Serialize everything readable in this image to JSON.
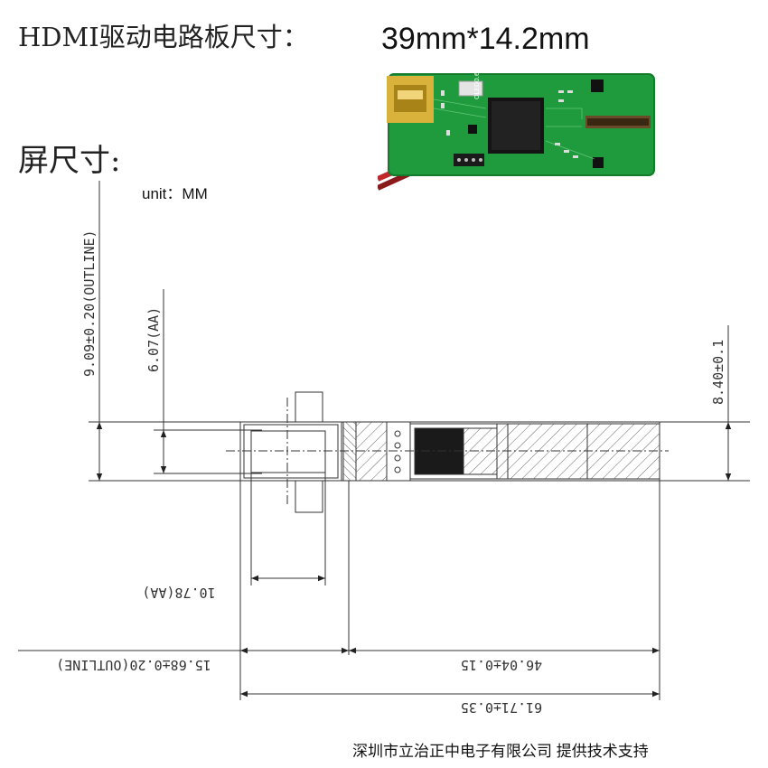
{
  "header": {
    "board_title": "HDMI驱动电路板尺寸：",
    "board_size": "39mm*14.2mm",
    "screen_title": "屏尺寸:",
    "unit": "unit：MM"
  },
  "photo": {
    "board_silkscreen": "OLED0.6-HDMI"
  },
  "dimensions": {
    "outline_height": "9.09±0.20(OUTLINE)",
    "aa_height": "6.07(AA)",
    "fpc_height": "8.40±0.1",
    "aa_width": "10.78(AA)",
    "outline_width": "15.68±0.20(OUTLINE)",
    "fpc_length": "46.04±0.15",
    "total_length": "61.71±0.35"
  },
  "footer": {
    "company": "深圳市立治正中电子有限公司  提供技术支持"
  }
}
